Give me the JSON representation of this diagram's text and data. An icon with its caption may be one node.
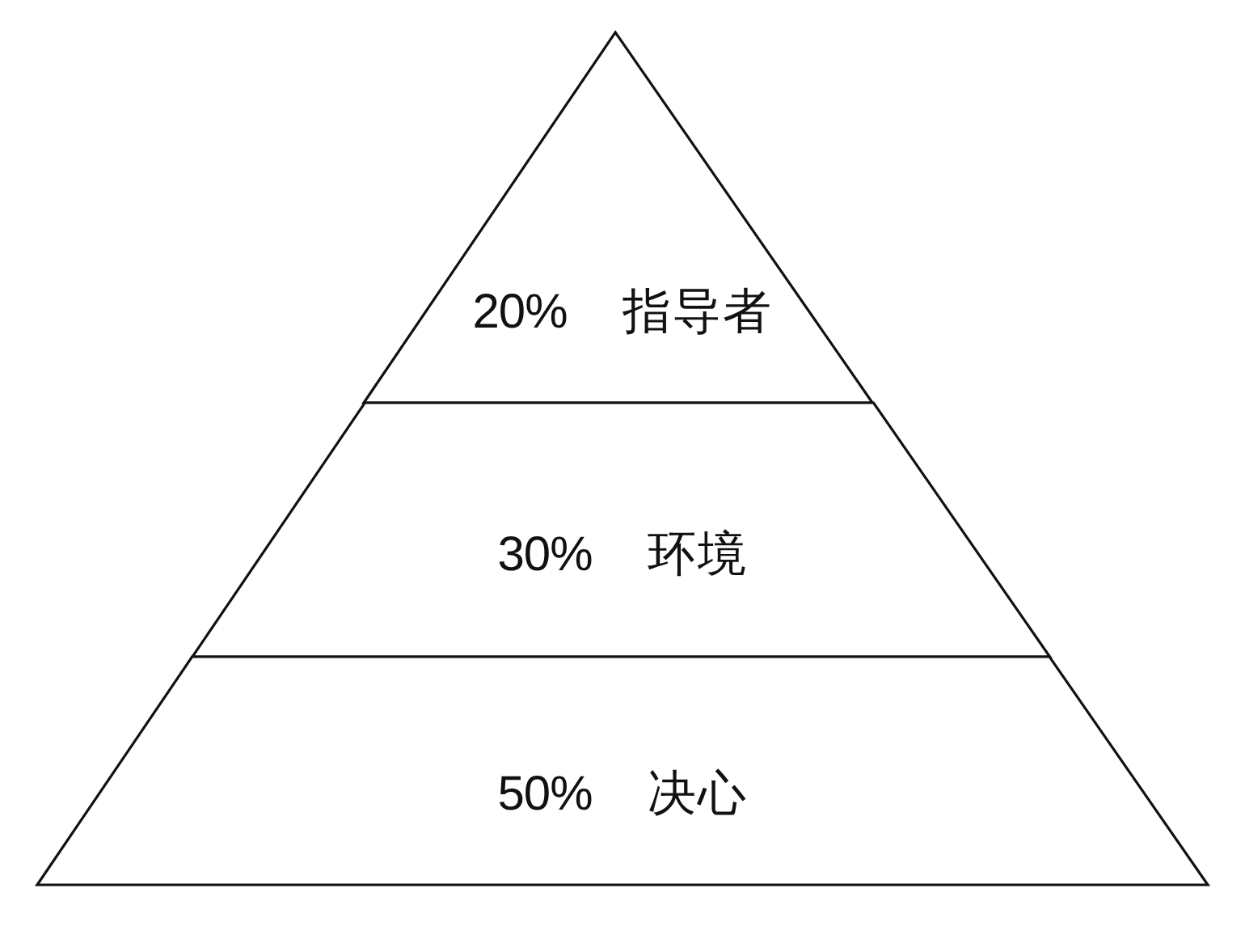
{
  "diagram": {
    "nodes": [
      {
        "text": [
          "20%",
          "指导者"
        ]
      },
      {
        "text": [
          "30%",
          "环境"
        ]
      },
      {
        "text": [
          "50%",
          "决心"
        ]
      }
    ]
  }
}
